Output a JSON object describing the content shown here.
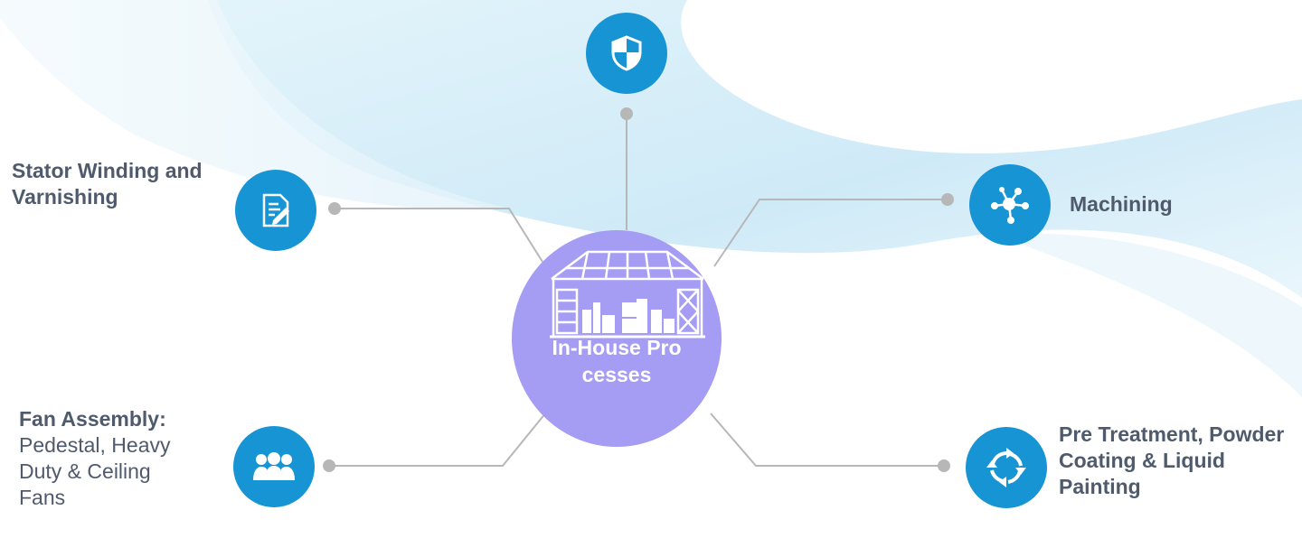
{
  "colors": {
    "node_blue": "#1794d4",
    "hub_purple": "#a59cf4",
    "connector": "#b7b7b7",
    "label_text": "#4f5b6d"
  },
  "hub": {
    "label": "In-House Processes",
    "icon": "factory-warehouse-icon"
  },
  "nodes": [
    {
      "key": "top",
      "icon": "shield-icon",
      "title": "",
      "detail": ""
    },
    {
      "key": "stator",
      "icon": "document-edit-icon",
      "title": "Stator Winding and Varnishing",
      "detail": ""
    },
    {
      "key": "machining",
      "icon": "network-nodes-icon",
      "title": "Machining",
      "detail": ""
    },
    {
      "key": "fan",
      "icon": "people-group-icon",
      "title": "Fan Assembly:",
      "detail": "Pedestal, Heavy Duty & Ceiling Fans"
    },
    {
      "key": "coating",
      "icon": "refresh-cycle-icon",
      "title": "Pre Treatment, Powder Coating & Liquid Painting",
      "detail": ""
    }
  ]
}
